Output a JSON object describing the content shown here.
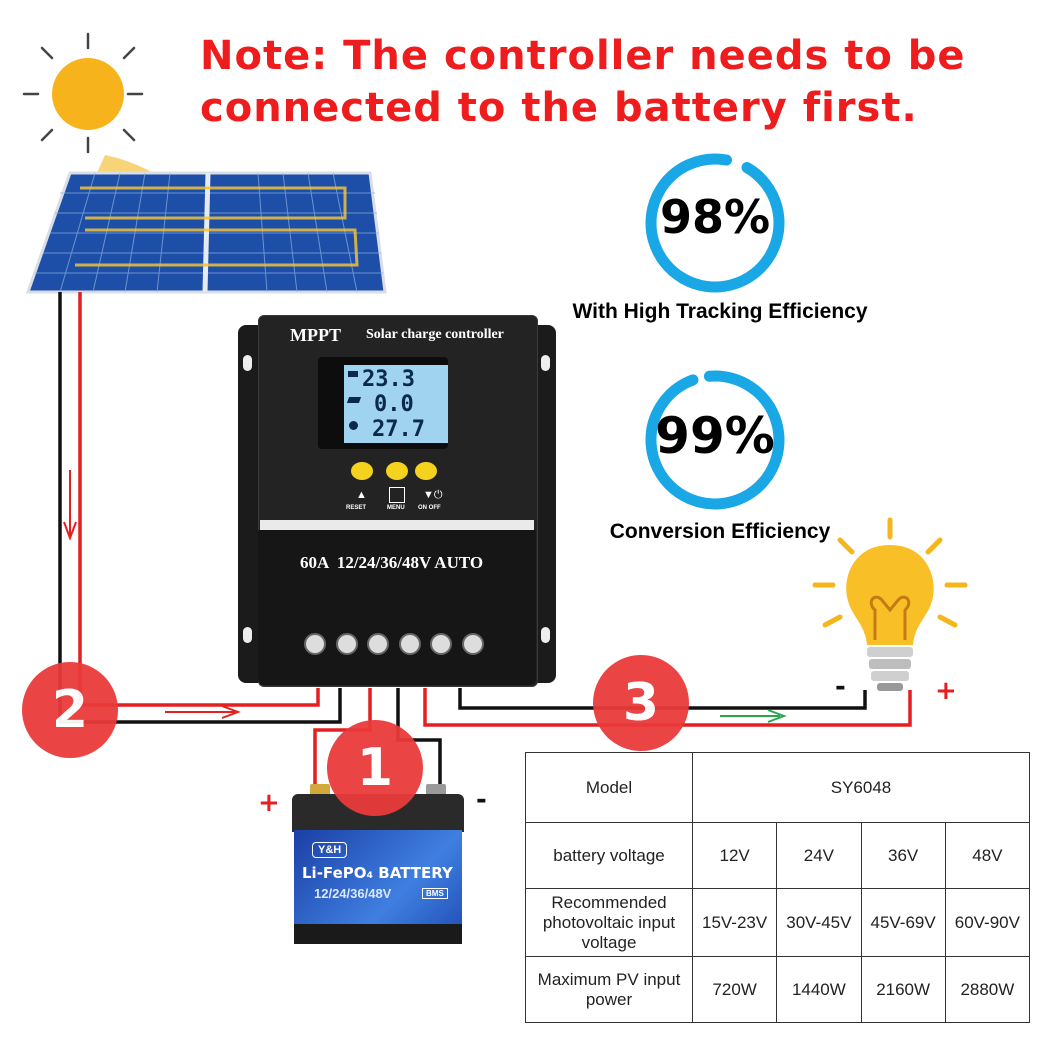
{
  "note": {
    "line1": "Note: The controller needs to be",
    "line2": "connected to the battery first."
  },
  "efficiency": [
    {
      "percent": "98%",
      "caption": "With High Tracking Efficiency",
      "value": 98
    },
    {
      "percent": "99%",
      "caption": "Conversion Efficiency",
      "value": 99
    }
  ],
  "controller": {
    "brand": "MPPT",
    "title": "Solar charge controller",
    "rating": "60A  12/24/36/48V AUTO",
    "lcd": {
      "battery": "23.3",
      "pv": "0.0",
      "temp": "27.7"
    },
    "buttons": {
      "reset": "RESET",
      "menu": "MENU",
      "onoff": "ON OFF"
    }
  },
  "steps": {
    "one": "1",
    "two": "2",
    "three": "3"
  },
  "battery": {
    "brand": "Y&H",
    "type": "Li-FePO₄ BATTERY",
    "voltage": "12/24/36/48V",
    "bms": "BMS",
    "plus": "+",
    "minus": "-"
  },
  "load": {
    "minus": "-",
    "plus": "+"
  },
  "spec_table": {
    "model_label": "Model",
    "model_value": "SY6048",
    "rows": [
      {
        "label": "battery voltage",
        "values": [
          "12V",
          "24V",
          "36V",
          "48V"
        ]
      },
      {
        "label": "Recommended photovoltaic input voltage",
        "values": [
          "15V-23V",
          "30V-45V",
          "45V-69V",
          "60V-90V"
        ]
      },
      {
        "label": "Maximum PV input power",
        "values": [
          "720W",
          "1440W",
          "2160W",
          "2880W"
        ]
      }
    ]
  },
  "colors": {
    "accent_red": "#ee1c1c",
    "ring_blue": "#1aa7e6",
    "wire_red": "#e31f1f",
    "wire_black": "#111111"
  }
}
